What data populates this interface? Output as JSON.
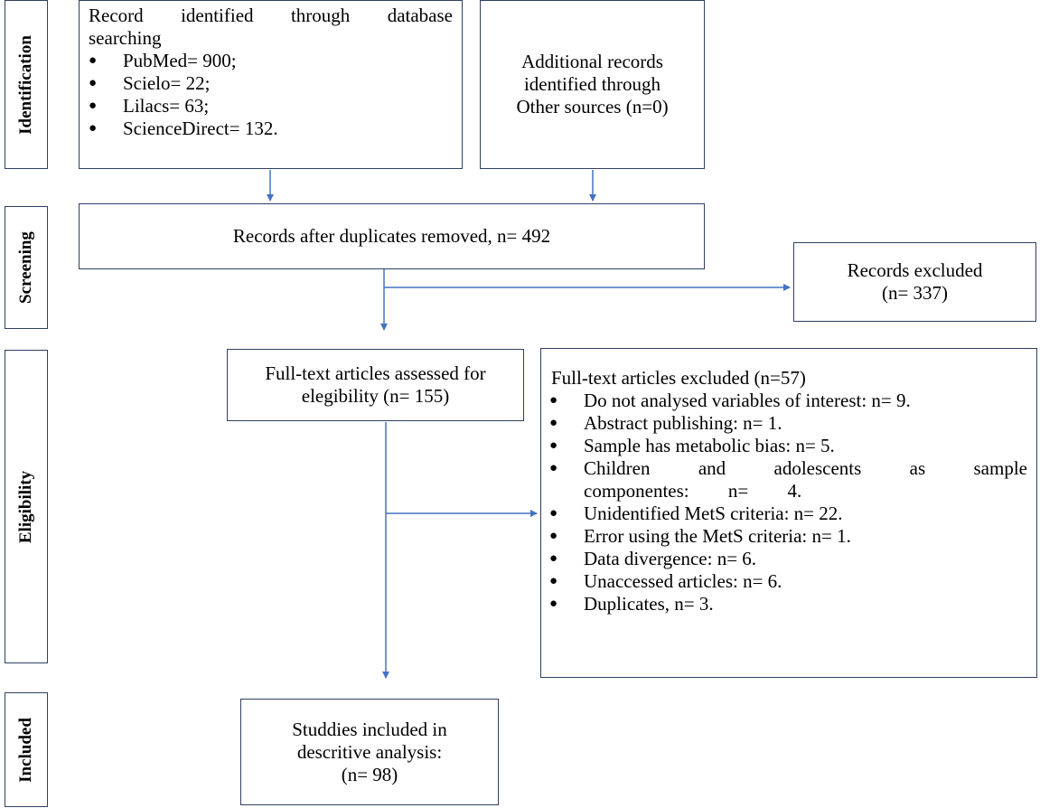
{
  "stages": {
    "identification": "Identification",
    "screening": "Screening",
    "eligibility": "Eligibility",
    "included": "Included"
  },
  "identification_box": {
    "lead_line1": "Record identified through database",
    "lead_line2": "searching",
    "sources": [
      "PubMed= 900;",
      "Scielo= 22;",
      "Lilacs= 63;",
      "ScienceDirect= 132."
    ]
  },
  "additional_box": {
    "line1": "Additional records",
    "line2": "identified through",
    "line3": "Other sources (n=0)"
  },
  "screening_box": {
    "text": "Records after duplicates removed, n= 492"
  },
  "excluded_box": {
    "line1": "Records excluded",
    "line2": "(n= 337)"
  },
  "fulltext_box": {
    "line1": "Full-text articles assessed for",
    "line2": "elegibility (n= 155)"
  },
  "fulltext_excluded_box": {
    "title": "Full-text articles excluded (n=57)",
    "reasons": [
      "Do not analysed variables of interest: n= 9.",
      "Abstract publishing: n= 1.",
      "Sample has metabolic bias: n= 5.",
      "Children and adolescents as sample componentes: n= 4.",
      "Unidentified MetS criteria: n= 22.",
      "Error using the MetS criteria: n= 1.",
      "Data divergence: n= 6.",
      "Unaccessed articles: n= 6.",
      "Duplicates, n= 3."
    ]
  },
  "included_box": {
    "line1": "Studdies included in",
    "line2": "descritive analysis:",
    "line3": "(n= 98)"
  }
}
